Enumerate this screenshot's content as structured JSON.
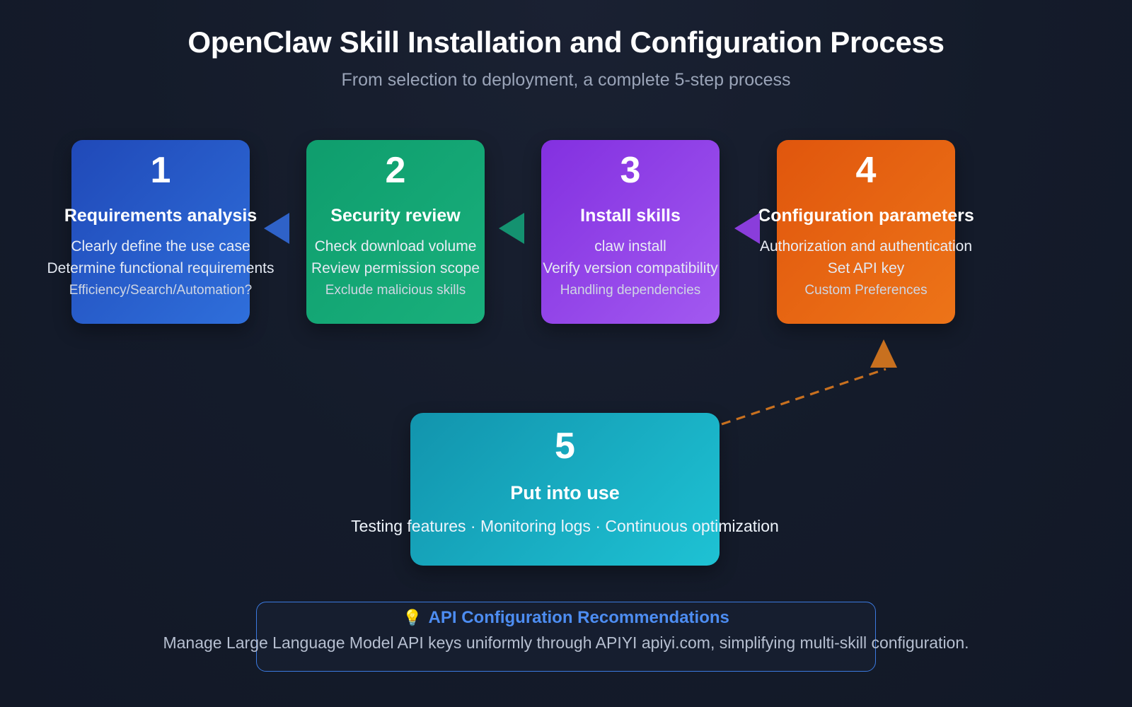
{
  "header": {
    "title": "OpenClaw Skill Installation and Configuration Process",
    "subtitle": "From selection to deployment, a complete 5-step process"
  },
  "steps": [
    {
      "number": "1",
      "title": "Requirements analysis",
      "line1": "Clearly define the use case",
      "line2": "Determine functional requirements",
      "line3": "Efficiency/Search/Automation?",
      "color": "#2f6fdb"
    },
    {
      "number": "2",
      "title": "Security review",
      "line1": "Check download volume",
      "line2": "Review permission scope",
      "line3": "Exclude malicious skills",
      "color": "#19b07c"
    },
    {
      "number": "3",
      "title": "Install skills",
      "line1": "claw install",
      "line2": "Verify version compatibility",
      "line3": "Handling dependencies",
      "color": "#a259f0"
    },
    {
      "number": "4",
      "title": "Configuration parameters",
      "line1": "Authorization and authentication",
      "line2": "Set API key",
      "line3": "Custom Preferences",
      "color": "#ed7418"
    },
    {
      "number": "5",
      "title": "Put into use",
      "line1": "Testing features · Monitoring logs · Continuous optimization",
      "color": "#1ec2d4"
    }
  ],
  "connectors": [
    {
      "name": "arrow-2-to-1",
      "direction": "left",
      "color": "#2f62c8"
    },
    {
      "name": "arrow-3-to-2",
      "direction": "left",
      "color": "#149270"
    },
    {
      "name": "arrow-4-to-3",
      "direction": "left",
      "color": "#8a3ddb"
    },
    {
      "name": "connector-5-to-4",
      "direction": "up-right",
      "color": "#c8701f",
      "style": "dashed"
    }
  ],
  "callout": {
    "icon": "light-bulb",
    "icon_glyph": "💡",
    "heading": "API Configuration Recommendations",
    "body": "Manage Large Language Model API keys uniformly through APIYI apiyi.com, simplifying multi-skill configuration.",
    "border_color": "#3b7ae0",
    "heading_color": "#4d8df2"
  },
  "theme": {
    "background": "#151c2c",
    "title_color": "#ffffff",
    "subtitle_color": "#9aa4b8"
  }
}
